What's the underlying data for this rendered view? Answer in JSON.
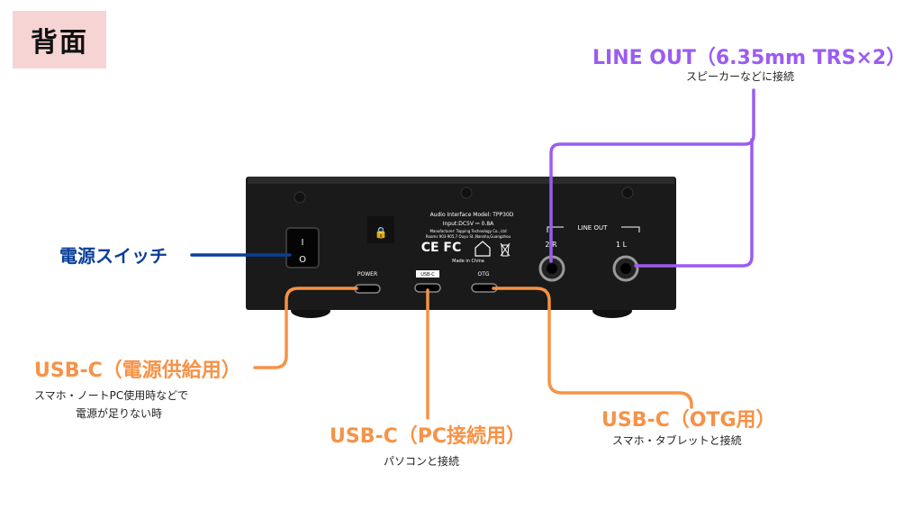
{
  "badge": "背面",
  "colors": {
    "purple": "#9b5cf0",
    "orange": "#f79246",
    "blue": "#0a3f99",
    "badge_bg": "#f7d4d4"
  },
  "labels": {
    "line_out": {
      "title": "LINE OUT（6.35mm TRS×2）",
      "desc": "スピーカーなどに接続"
    },
    "power_switch": {
      "title": "電源スイッチ"
    },
    "usbc_power": {
      "title": "USB-C（電源供給用）",
      "desc_line1": "スマホ・ノートPC使用時などで",
      "desc_line2": "電源が足りない時"
    },
    "usbc_pc": {
      "title": "USB-C（PC接続用）",
      "desc": "パソコンと接続"
    },
    "usbc_otg": {
      "title": "USB-C（OTG用）",
      "desc": "スマホ・タブレットと接続"
    }
  },
  "device": {
    "line1": "Audio Interface   Model: TPP30D",
    "line2": "Input:DC5V ⎓ 0.8A",
    "line3": "Manufacturer: Topping Technology Co., Ltd",
    "line4": "Rooms 903-905,7 Ouyu St.,Nansha,Guangzhou",
    "line5": "Made in China",
    "marks": "CE FC",
    "line_out": "LINE OUT",
    "jack_r": "2 R",
    "jack_l": "1 L",
    "port_power": "POWER",
    "port_usbc": "USB-C",
    "port_otg": "OTG",
    "switch_on": "I",
    "switch_off": "O"
  }
}
